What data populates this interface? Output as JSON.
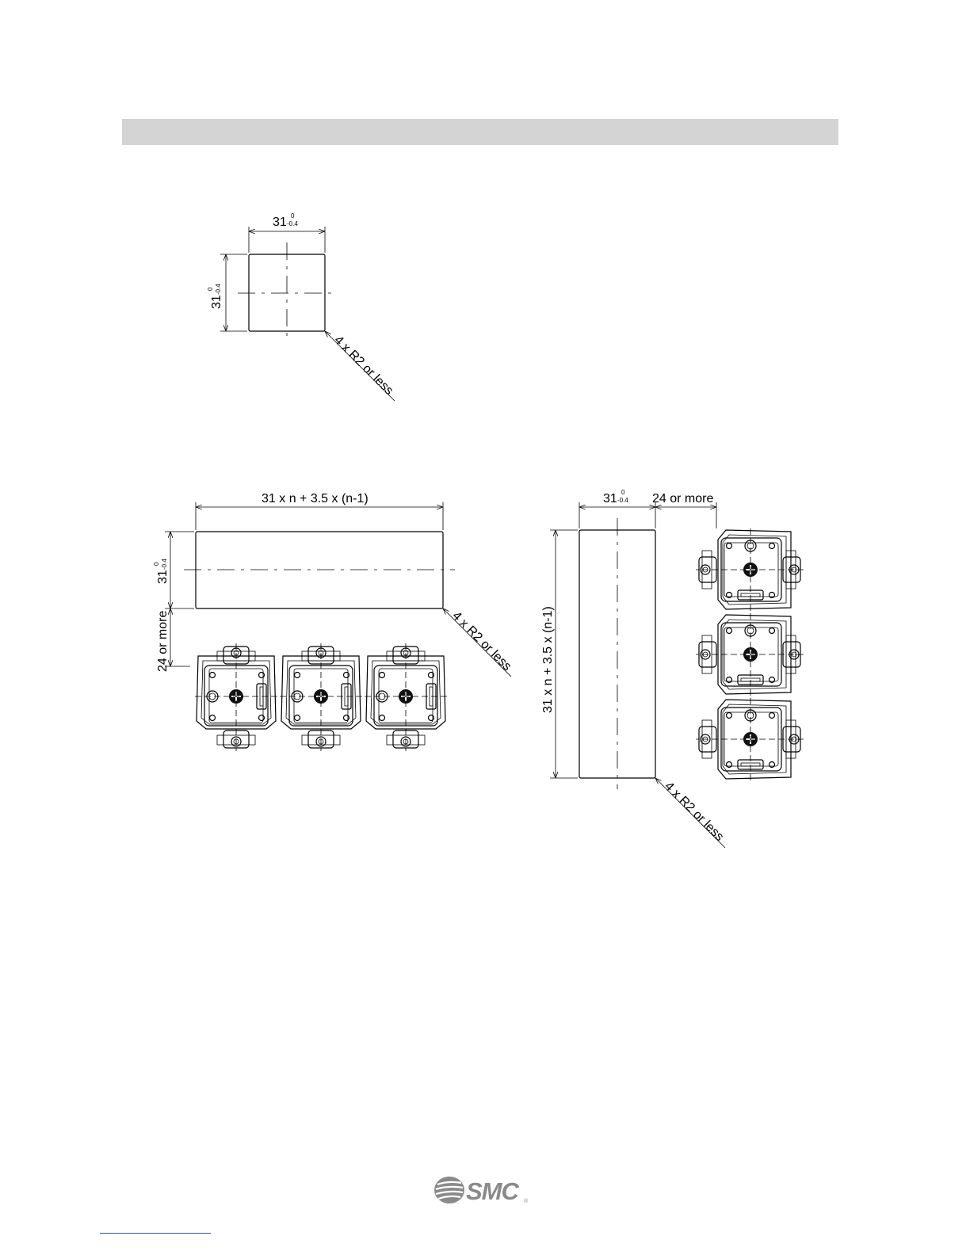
{
  "cutout_single": {
    "width_label": "31",
    "width_tol_upper": "0",
    "width_tol_lower": "-0.4",
    "height_label": "31",
    "height_tol_upper": "0",
    "height_tol_lower": "-0.4",
    "corner_label": "4 x R2 or less"
  },
  "cutout_horizontal": {
    "width_label": "31 x n + 3.5 x (n-1)",
    "height_label": "31",
    "height_tol_upper": "0",
    "height_tol_lower": "-0.4",
    "spacing_label": "24 or more",
    "corner_label": "4 x R2 or less",
    "unit_count": 3
  },
  "cutout_vertical": {
    "width_label": "31",
    "width_tol_upper": "0",
    "width_tol_lower": "-0.4",
    "spacing_label": "24 or more",
    "height_label": "31 x n + 3.5 x (n-1)",
    "corner_label": "4 x R2 or less",
    "unit_count": 3
  },
  "footer": {
    "logo_text": "SMC",
    "logo_mark": "®"
  },
  "colors": {
    "header_bar": "#d4d4d4",
    "logo": "#8a8a8a",
    "link": "#3a4fb0"
  }
}
